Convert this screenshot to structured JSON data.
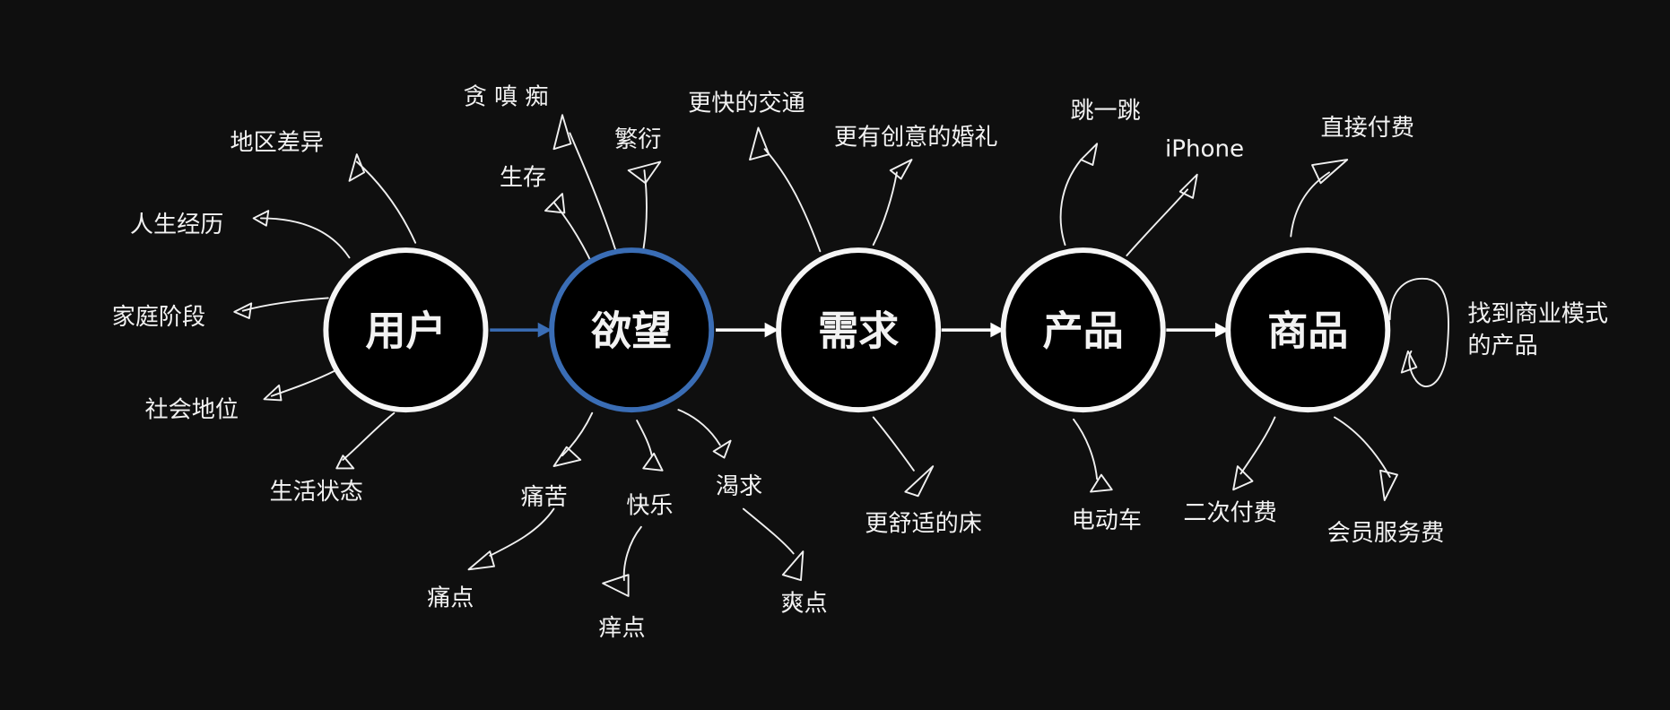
{
  "colors": {
    "background": "#0f0f0f",
    "highlight": "#3a6db5",
    "foreground": "#f2f2f2"
  },
  "nodes": [
    "用户",
    "欲望",
    "需求",
    "产品",
    "商品"
  ],
  "labels": {
    "user": [
      "地区差异",
      "人生经历",
      "家庭阶段",
      "社会地位",
      "生活状态"
    ],
    "desire_top": [
      "贪 嗔 痴",
      "生存",
      "繁衍"
    ],
    "desire_bottom": [
      "痛苦",
      "快乐",
      "渴求"
    ],
    "desire_points": [
      "痛点",
      "痒点",
      "爽点"
    ],
    "demand": [
      "更快的交通",
      "更有创意的婚礼",
      "更舒适的床"
    ],
    "product": [
      "跳一跳",
      "iPhone",
      "电动车"
    ],
    "goods": [
      "直接付费",
      "二次付费",
      "会员服务费"
    ],
    "goods_loop": [
      "找到商业模式",
      "的产品"
    ]
  }
}
